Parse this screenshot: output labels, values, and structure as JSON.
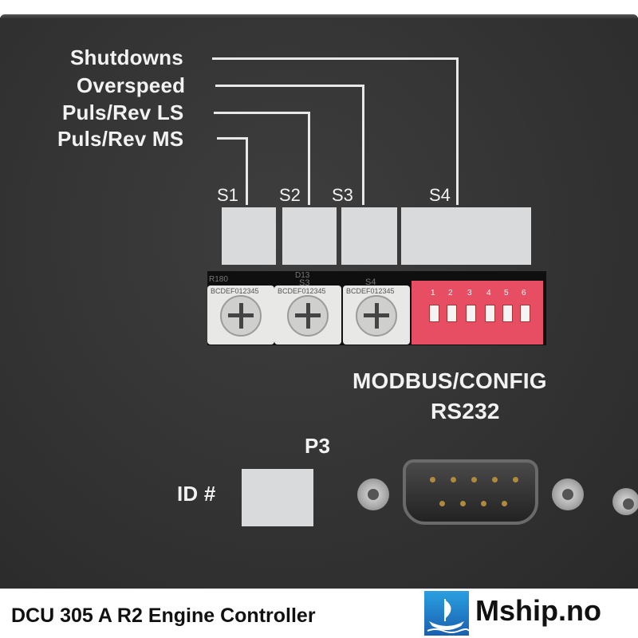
{
  "photo": {
    "callouts": [
      "Shutdowns",
      "Overspeed",
      "Puls/Rev LS",
      "Puls/Rev MS"
    ],
    "switches": [
      "S1",
      "S2",
      "S3",
      "S4"
    ],
    "pcb_marks": [
      "R180",
      "D13",
      "S3",
      "S4"
    ],
    "rotary_digits": "BCDEF012345",
    "dip_numbers": [
      "1",
      "2",
      "3",
      "4",
      "5",
      "6"
    ],
    "port_label_line1": "MODBUS/CONFIG",
    "port_label_line2": "RS232",
    "connector_label": "P3",
    "id_label": "ID #",
    "colors": {
      "panel": "#333333",
      "label_box": "#d9dadb",
      "dip_switch": "#e74d63"
    }
  },
  "caption": {
    "title": "DCU 305 A R2 Engine Controller",
    "brand": "Mship.no",
    "logo_icon": "viking-ship-logo-icon"
  }
}
